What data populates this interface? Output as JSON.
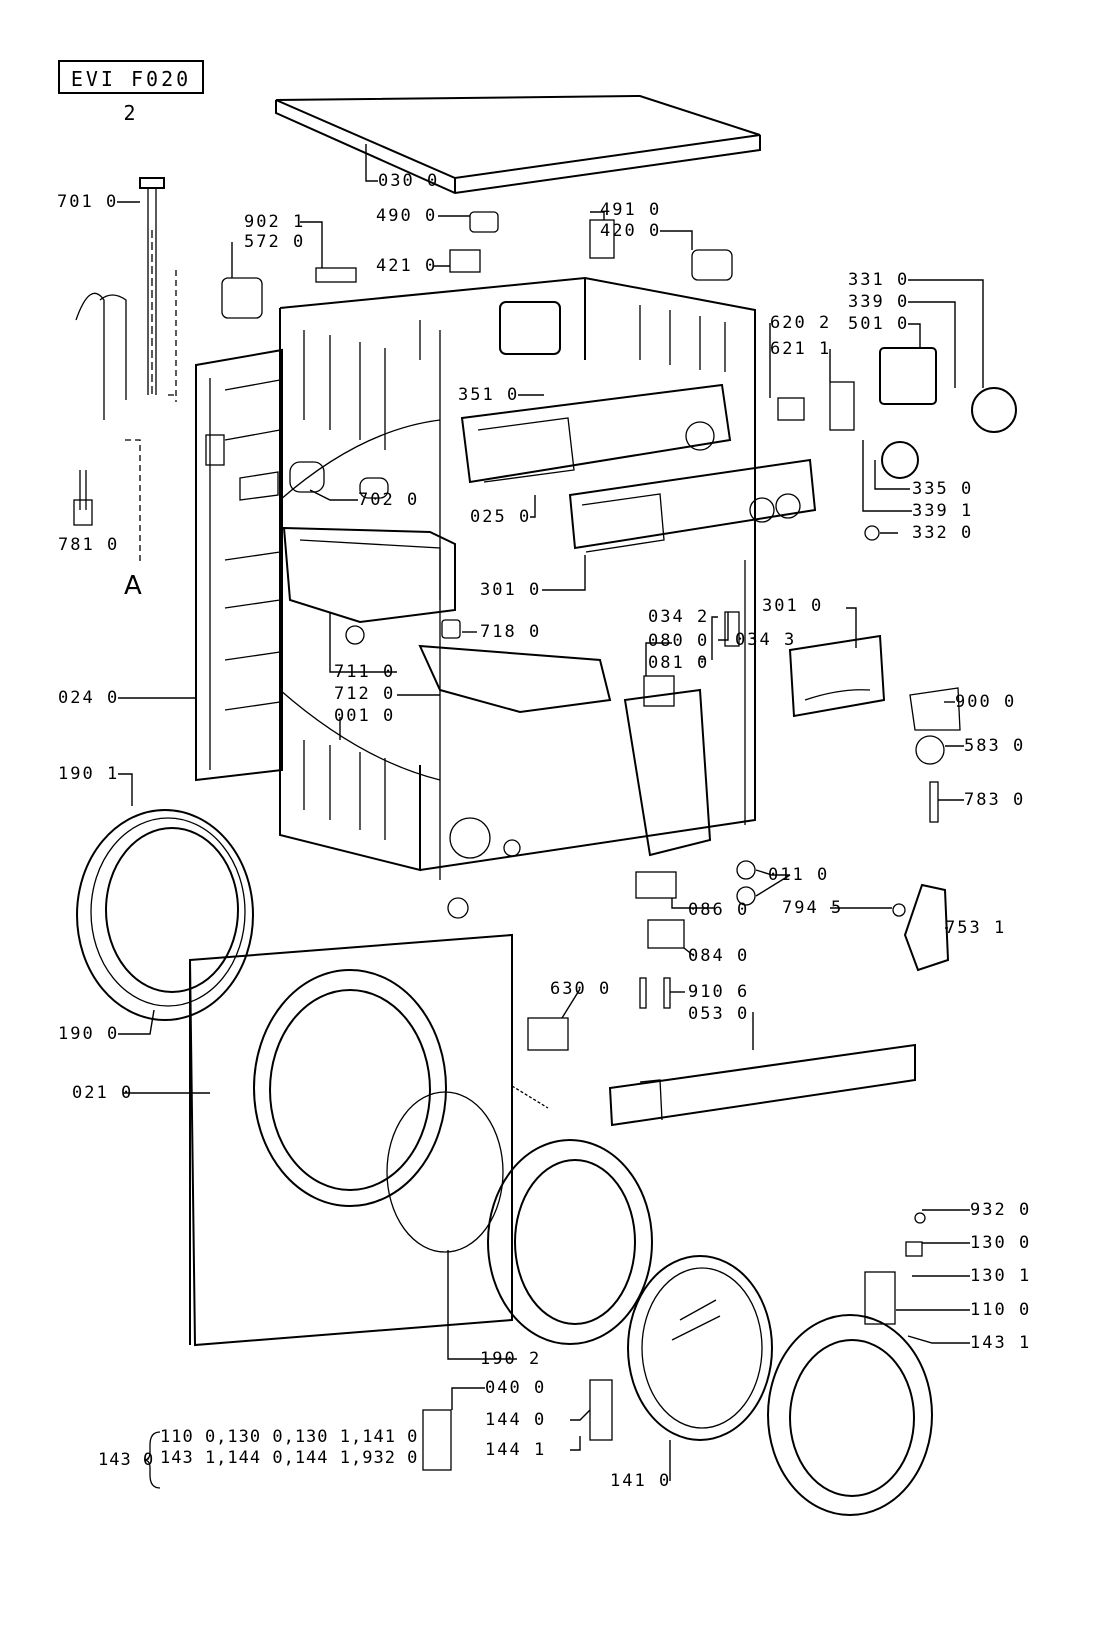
{
  "model_code": "EVI F020 2",
  "parts": {
    "p0300": "030 0",
    "p7010": "701 0",
    "p9021": "902 1",
    "p5720": "572 0",
    "p4900": "490 0",
    "p4910": "491 0",
    "p4200": "420 0",
    "p4210": "421 0",
    "p3310": "331 0",
    "p3390": "339 0",
    "p5010": "501 0",
    "p6202": "620 2",
    "p6211": "621 1",
    "p3510": "351 0",
    "p7020": "702 0",
    "p0250": "025 0",
    "p3350": "335 0",
    "p3391": "339 1",
    "p3320": "332 0",
    "p7810": "781 0",
    "pA": "A",
    "p3010a": "301 0",
    "p0342": "034 2",
    "p0343": "034 3",
    "p0800": "080 0",
    "p0810": "081 0",
    "p3010b": "301 0",
    "p7180": "718 0",
    "p9000": "900 0",
    "p7110": "711 0",
    "p7120": "712 0",
    "p0010": "001 0",
    "p0240": "024 0",
    "p5830": "583 0",
    "p7830": "783 0",
    "p1901": "190 1",
    "p0110": "011 0",
    "p7945": "794 5",
    "p0860": "086 0",
    "p7531": "753 1",
    "p0840": "084 0",
    "p9106": "910 6",
    "p6300": "630 0",
    "p0530": "053 0",
    "p1900": "190 0",
    "p0210": "021 0",
    "p9320": "932 0",
    "p1300": "130 0",
    "p1301": "130 1",
    "p1100": "110 0",
    "p1431": "143 1",
    "p1902": "190 2",
    "p0400": "040 0",
    "p1440": "144 0",
    "p1441": "144 1",
    "p1410": "141 0"
  },
  "kit": {
    "label": "143 0",
    "line1": "110 0,130 0,130 1,141 0",
    "line2": "143 1,144 0,144 1,932 0"
  }
}
